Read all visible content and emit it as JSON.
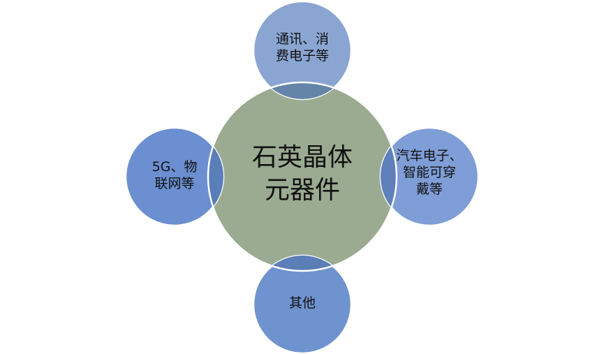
{
  "diagram": {
    "type": "radial-venn",
    "center": {
      "line1": "石英晶体",
      "line2": "元器件",
      "color": "#9bab92"
    },
    "satellites": [
      {
        "position": "top",
        "line1": "通讯、消",
        "line2": "费电子等",
        "line3": "",
        "color": "#8aa5d2"
      },
      {
        "position": "right",
        "line1": "汽车电子、",
        "line2": "智能可穿",
        "line3": "戴等",
        "color": "#7f9dd6"
      },
      {
        "position": "bottom",
        "line1": "其他",
        "line2": "",
        "line3": "",
        "color": "#6f93cf"
      },
      {
        "position": "left",
        "line1": "5G、物",
        "line2": "联网等",
        "line3": "",
        "color": "#6b8fd0"
      }
    ],
    "overlap_color": "#5b7fae"
  }
}
